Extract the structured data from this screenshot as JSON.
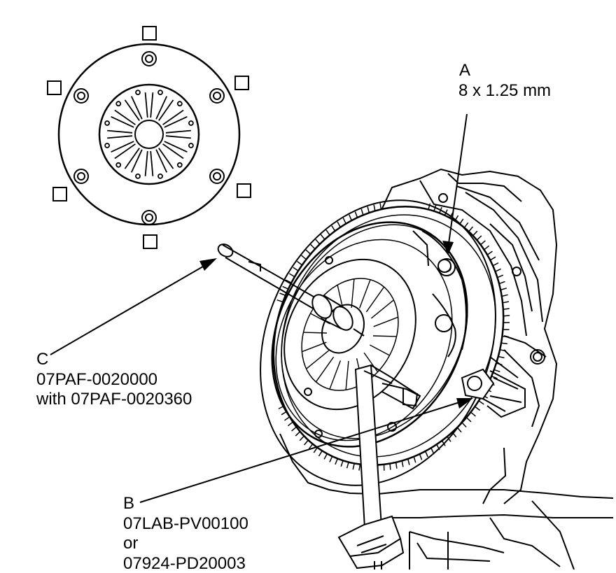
{
  "callouts": {
    "a": {
      "letter": "A",
      "spec": "8 x 1.25 mm"
    },
    "b": {
      "letter": "B",
      "line1": "07LAB-PV00100",
      "line2": "or",
      "line3": "07924-PD20003"
    },
    "c": {
      "letter": "C",
      "line1": "07PAF-0020000",
      "line2": "with 07PAF-0020360"
    }
  },
  "colors": {
    "line": "#000000",
    "background": "#ffffff"
  },
  "bolt_marker_count": 6
}
